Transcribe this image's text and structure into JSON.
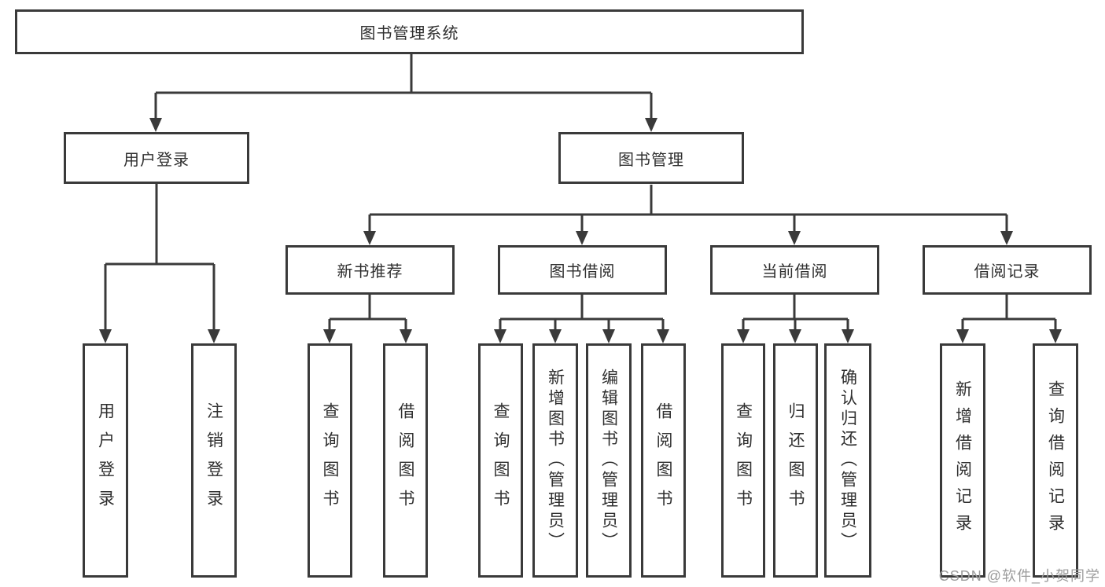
{
  "colors": {
    "line": "#3a3a3a",
    "text": "#2f2f2f",
    "watermark": "#9c9c9c",
    "background": "#ffffff"
  },
  "watermark": "CSDN @软件_小贺同学",
  "diagram": {
    "root": {
      "label": "图书管理系统"
    },
    "level2": [
      {
        "label": "用户登录",
        "leaves": [
          "用户登录",
          "注销登录"
        ]
      },
      {
        "label": "图书管理",
        "children": [
          {
            "label": "新书推荐",
            "leaves": [
              "查询图书",
              "借阅图书"
            ]
          },
          {
            "label": "图书借阅",
            "leaves": [
              "查询图书",
              "新增图书（管理员）",
              "编辑图书（管理员）",
              "借阅图书"
            ]
          },
          {
            "label": "当前借阅",
            "leaves": [
              "查询图书",
              "归还图书",
              "确认归还（管理员）"
            ]
          },
          {
            "label": "借阅记录",
            "leaves": [
              "新增借阅记录",
              "查询借阅记录"
            ]
          }
        ]
      }
    ]
  }
}
